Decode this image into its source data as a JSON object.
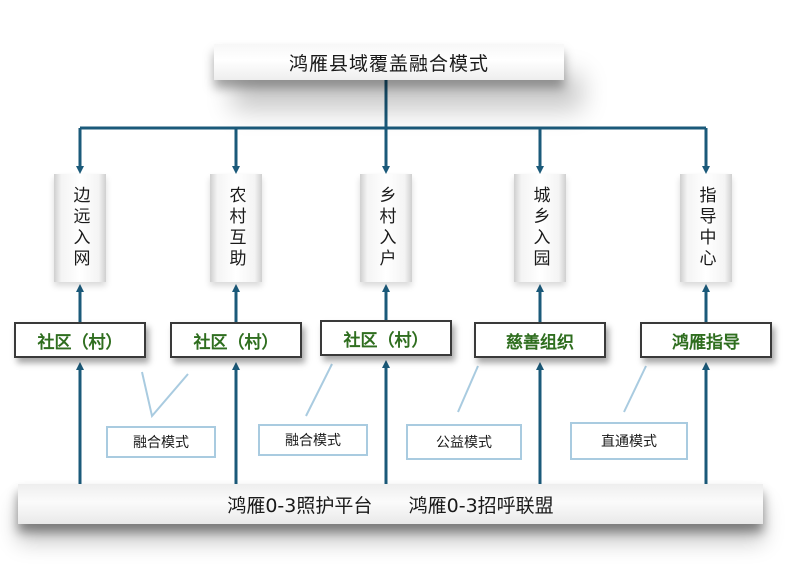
{
  "title": "鸿雁县域覆盖融合模式",
  "columns": [
    {
      "mode": "边远入网",
      "org": "社区（村）"
    },
    {
      "mode": "农村互助",
      "org": "社区（村）"
    },
    {
      "mode": "乡村入户",
      "org": "社区（村）"
    },
    {
      "mode": "城乡入园",
      "org": "慈善组织"
    },
    {
      "mode": "指导中心",
      "org": "鸿雁指导"
    }
  ],
  "callouts": [
    "融合模式",
    "融合模式",
    "公益模式",
    "直通模式"
  ],
  "bottom": {
    "platform": "鸿雁0-3照护平台",
    "alliance": "鸿雁0-3招呼联盟"
  },
  "colors": {
    "connector": "#1b5a7a",
    "org_text": "#2f6e1f",
    "callout_border": "#a9cbe0"
  }
}
